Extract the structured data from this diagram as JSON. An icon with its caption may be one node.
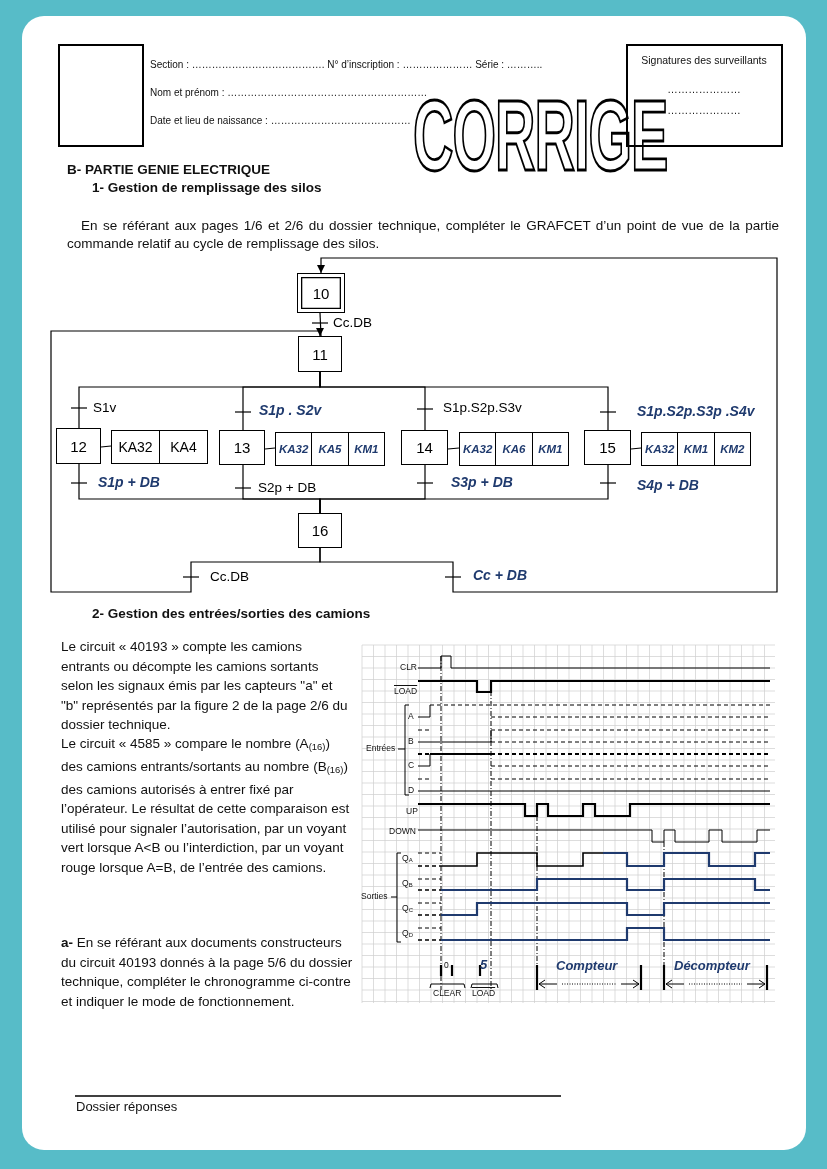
{
  "diagram": {
    "nodes": [
      {
        "text": [
          "10"
        ]
      },
      {
        "text": [
          "11"
        ]
      },
      {
        "text": [
          "12"
        ]
      },
      {
        "text": [
          "KA32",
          "KA4"
        ]
      },
      {
        "text": [
          "13"
        ]
      },
      {
        "text": [
          "KA32",
          "KA5",
          "KM1"
        ]
      },
      {
        "text": [
          "14"
        ]
      },
      {
        "text": [
          "KA32",
          "KA6",
          "KM1"
        ]
      },
      {
        "text": [
          "15"
        ]
      },
      {
        "text": [
          "KA32",
          "KM1",
          "KM2"
        ]
      },
      {
        "text": [
          "16"
        ]
      }
    ],
    "edges": [
      {
        "from": 0,
        "to": 1,
        "arrow": "none",
        "label": "Cc.DB"
      },
      {
        "from": 1,
        "to": 2,
        "arrow": "none",
        "label": "S1v"
      },
      {
        "from": 1,
        "to": 4,
        "arrow": "none",
        "label": "S1p . S2v"
      },
      {
        "from": 1,
        "to": 6,
        "arrow": "none",
        "label": "S1p.S2p.S3v"
      },
      {
        "from": 1,
        "to": 8,
        "arrow": "none",
        "label": "S1p.S2p.S3p .S4v"
      },
      {
        "from": 2,
        "to": 3,
        "arrow": "none"
      },
      {
        "from": 4,
        "to": 5,
        "arrow": "none"
      },
      {
        "from": 6,
        "to": 7,
        "arrow": "none"
      },
      {
        "from": 8,
        "to": 9,
        "arrow": "none"
      },
      {
        "from": 2,
        "to": 10,
        "arrow": "none",
        "label": "S1p + DB"
      },
      {
        "from": 4,
        "to": 10,
        "arrow": "none",
        "label": "S2p + DB"
      },
      {
        "from": 6,
        "to": 10,
        "arrow": "none",
        "label": "S3p + DB"
      },
      {
        "from": 8,
        "to": 10,
        "arrow": "none",
        "label": "S4p + DB"
      },
      {
        "from": 10,
        "to": 1,
        "arrow": "to",
        "label": "Cc.DB"
      },
      {
        "from": 10,
        "to": 0,
        "arrow": "to",
        "label": "Cc + DB"
      }
    ],
    "labels": [
      "Section : …………………………………. N° d’inscription : ………………… Série : ………..",
      "Nom et prénom : ……………………………………………………",
      "Date et lieu de naissance : ……………………………………",
      "Signatures des surveillants",
      "…………………",
      "…………………",
      "CORRIGE",
      "B- PARTIE GENIE ELECTRIQUE",
      "1- Gestion de remplissage des silos",
      "En se référant aux pages 1/6 et 2/6 du dossier technique, compléter le GRAFCET d’un point de vue de la partie commande relatif au cycle de remplissage des silos.",
      "2- Gestion des entrées/sorties des camions",
      "Le circuit « 40193 » compte les camions entrants ou décompte les camions sortants selon les signaux émis par les capteurs \"a\" et \"b\" représentés par la figure 2 de la page 2/6 du dossier technique.",
      "Le circuit « 4585 » compare le nombre (A$_{(16)}$) des camions entrants/sortants au nombre (B$_{(16)}$) des camions autorisés à entrer fixé par l’opérateur. Le résultat de cette comparaison est utilisé pour signaler l’autorisation, par un voyant vert lorsque A<B ou l’interdiction, par un voyant rouge lorsque A=B, de l’entrée des camions.",
      "**a-** En se référant aux documents constructeurs du circuit 40193 donnés à la page 5/6 du dossier technique, compléter le chronogramme ci-contre et indiquer le mode de fonctionnement.",
      "CLR",
      "LOAD",
      "A",
      "B",
      "C",
      "D",
      "Entrées",
      "UP",
      "DOWN",
      "Q$_{A}$",
      "Q$_{B}$",
      "Q$_{C}$",
      "Q$_{D}$",
      "Sorties",
      "0",
      "5",
      "CLEAR",
      "LOAD",
      "Compteur",
      "Décompteur",
      "Dossier réponses"
    ]
  }
}
